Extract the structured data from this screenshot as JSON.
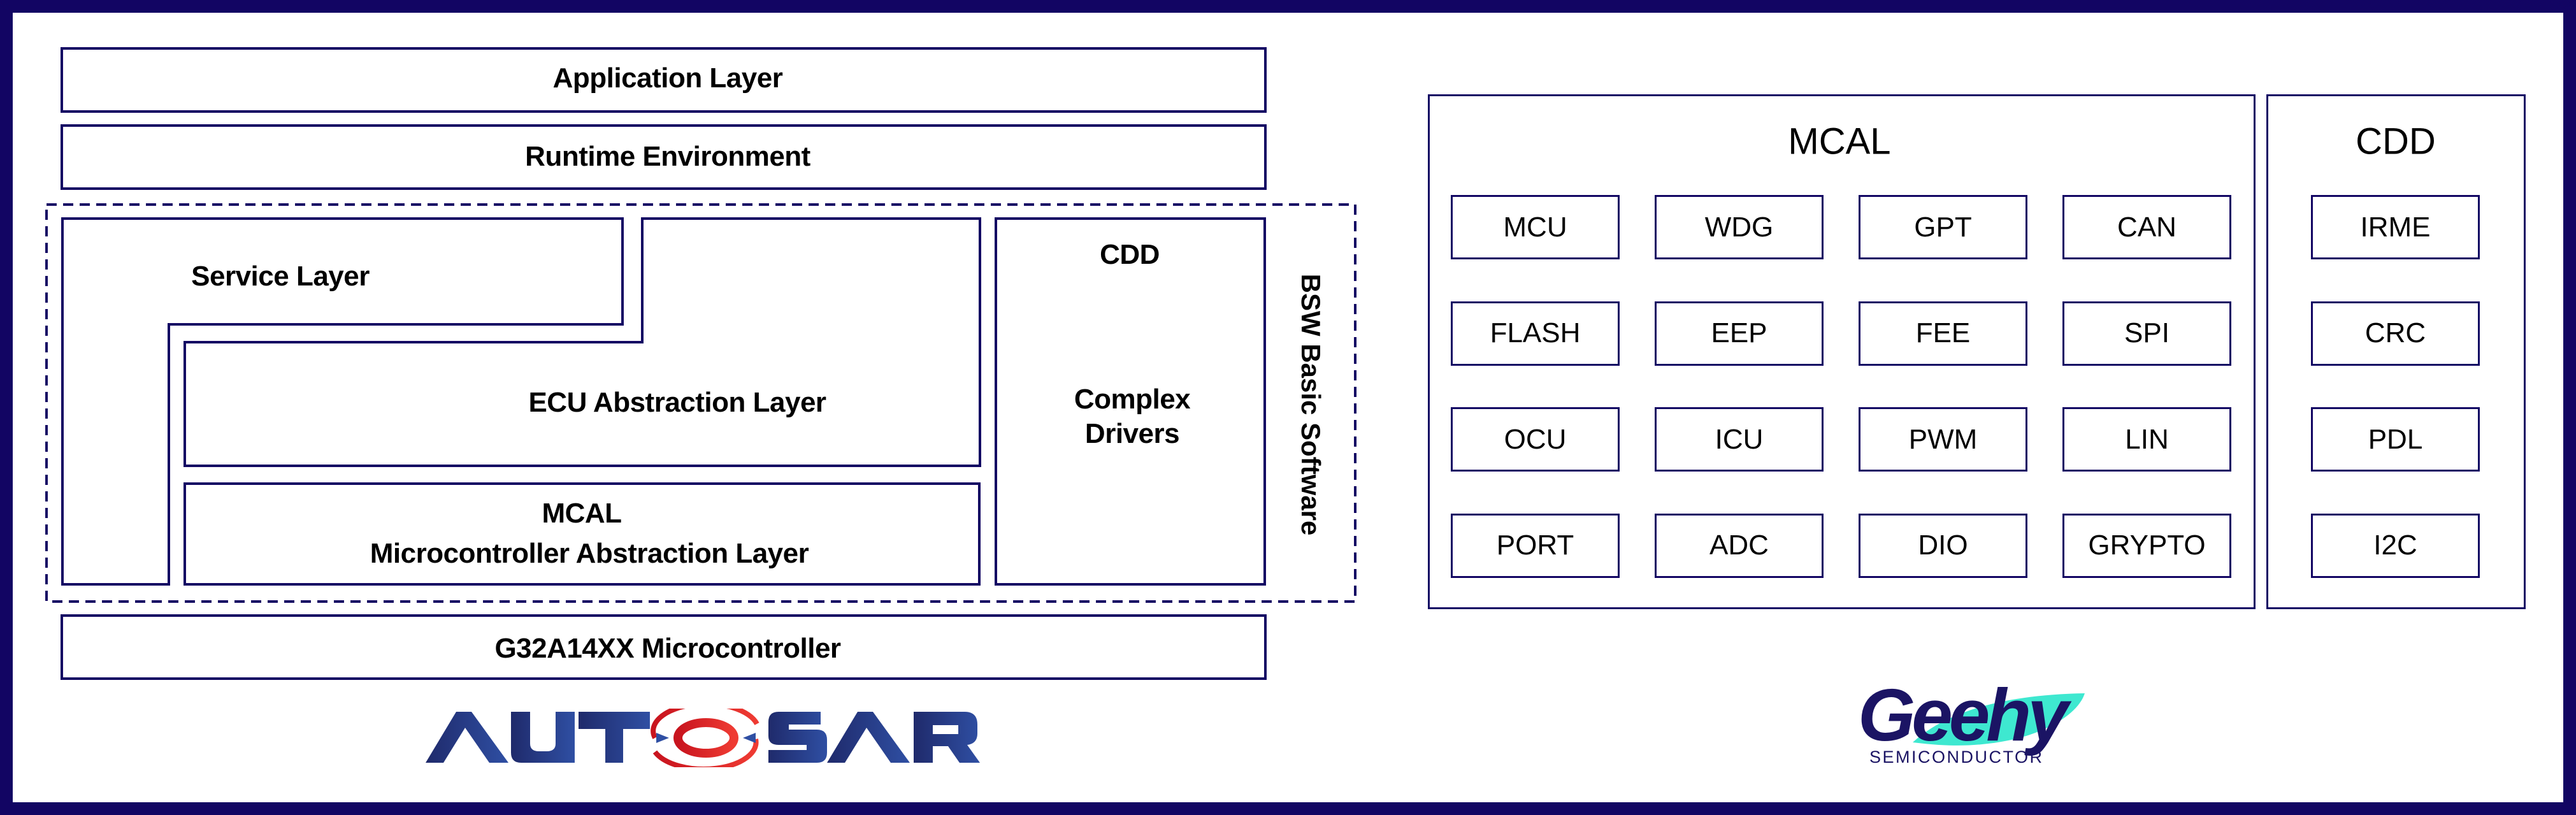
{
  "colors": {
    "frame": "#120563",
    "stroke": "#120563",
    "text": "#000000",
    "autosar_blue": "#2b3f8f",
    "autosar_red": "#e2262b",
    "geehy_navy": "#1b1464",
    "geehy_teal": "#3ee8d0"
  },
  "left_diagram": {
    "application_layer": "Application Layer",
    "runtime_environment": "Runtime Environment",
    "bsw_label": "BSW Basic Software",
    "service_layer": "Service Layer",
    "ecu_abstraction_layer": "ECU Abstraction Layer",
    "mcal_short": "MCAL",
    "mcal_long": "Microcontroller Abstraction Layer",
    "cdd_title": "CDD",
    "cdd_line1": "Complex",
    "cdd_line2": "Drivers",
    "microcontroller": "G32A14XX Microcontroller",
    "logo_text": "AUTOSAR"
  },
  "right_diagram": {
    "mcal": {
      "title": "MCAL",
      "modules": [
        [
          "MCU",
          "WDG",
          "GPT",
          "CAN"
        ],
        [
          "FLASH",
          "EEP",
          "FEE",
          "SPI"
        ],
        [
          "OCU",
          "ICU",
          "PWM",
          "LIN"
        ],
        [
          "PORT",
          "ADC",
          "DIO",
          "GRYPTO"
        ]
      ]
    },
    "cdd": {
      "title": "CDD",
      "modules": [
        "IRME",
        "CRC",
        "PDL",
        "I2C"
      ]
    },
    "logo": {
      "name": "Geehy",
      "tagline": "SEMICONDUCTOR"
    }
  }
}
